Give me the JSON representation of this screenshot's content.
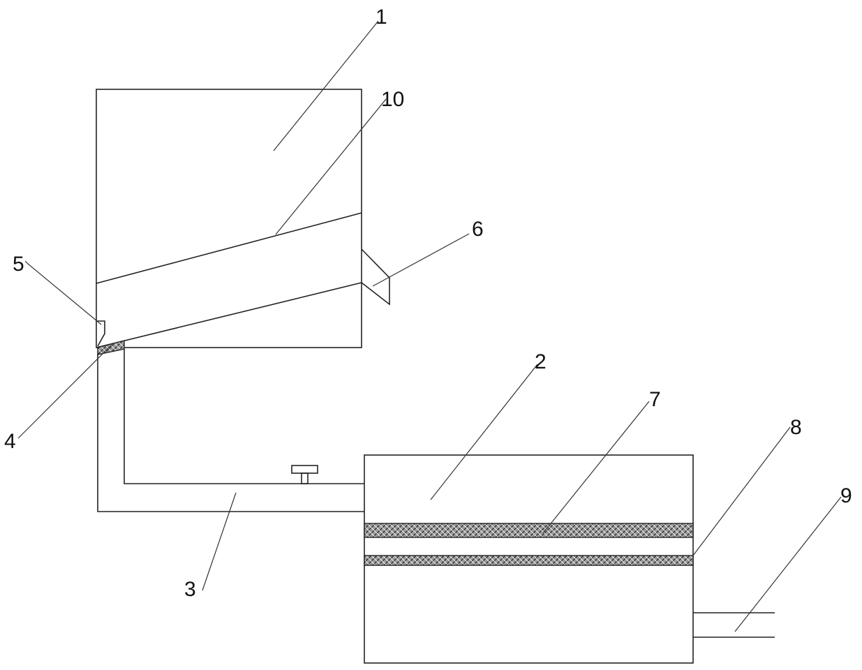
{
  "diagram": {
    "colors": {
      "stroke": "#222222",
      "hatch_fill": "#8a8a8a",
      "background": "#ffffff"
    },
    "callouts": [
      {
        "id": "c1",
        "label": "1"
      },
      {
        "id": "c2",
        "label": "2"
      },
      {
        "id": "c3",
        "label": "3"
      },
      {
        "id": "c4",
        "label": "4"
      },
      {
        "id": "c5",
        "label": "5"
      },
      {
        "id": "c6",
        "label": "6"
      },
      {
        "id": "c7",
        "label": "7"
      },
      {
        "id": "c8",
        "label": "8"
      },
      {
        "id": "c9",
        "label": "9"
      },
      {
        "id": "c10",
        "label": "10"
      }
    ]
  }
}
